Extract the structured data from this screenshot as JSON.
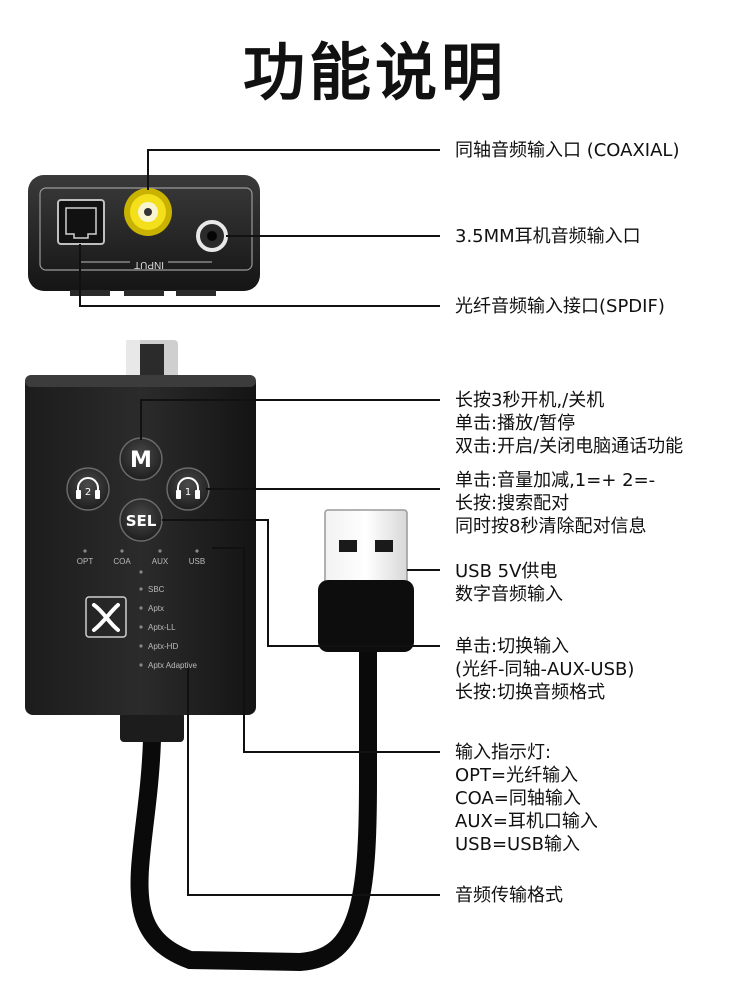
{
  "title": "功能说明",
  "device": {
    "input_label": "INPUT",
    "btn_m": "M",
    "btn_sel": "SEL",
    "headphone_2": "2",
    "headphone_1": "1",
    "indicators": [
      "OPT",
      "COA",
      "AUX",
      "USB"
    ],
    "formats": [
      "SBC",
      "Aptx",
      "Aptx-LL",
      "Aptx-HD",
      "Aptx Adaptive"
    ]
  },
  "callouts": {
    "coaxial": [
      "同轴音频输入口 (COAXIAL)"
    ],
    "aux": [
      "3.5MM耳机音频输入口"
    ],
    "spdif": [
      "光纤音频输入接口(SPDIF)"
    ],
    "m_button": [
      "长按3秒开机,/关机",
      "单击:播放/暂停",
      "双击:开启/关闭电脑通话功能"
    ],
    "volume": [
      "单击:音量加减,1=+ 2=-",
      "长按:搜索配对",
      "同时按8秒清除配对信息"
    ],
    "usb": [
      "USB 5V供电",
      "数字音频输入"
    ],
    "sel": [
      "单击:切换输入",
      "(光纤-同轴-AUX-USB)",
      "长按:切换音频格式"
    ],
    "indicator": [
      "输入指示灯:",
      "OPT=光纤输入",
      "COA=同轴输入",
      "AUX=耳机口输入",
      "USB=USB输入"
    ],
    "format": [
      "音频传输格式"
    ]
  }
}
